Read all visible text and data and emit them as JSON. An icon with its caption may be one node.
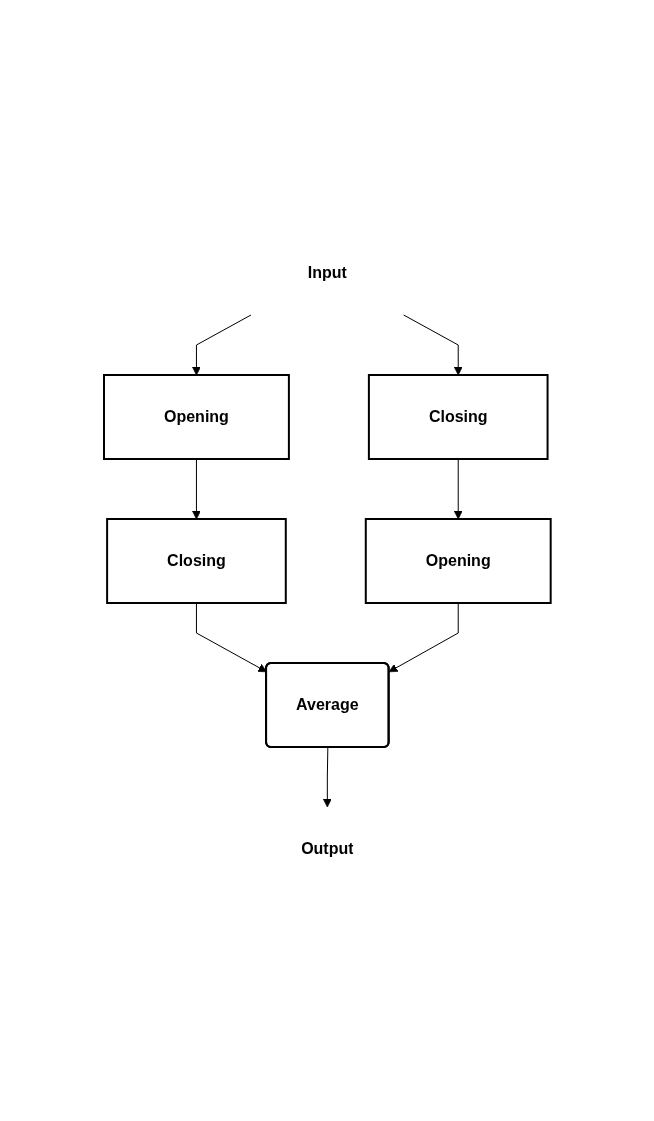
{
  "diagram": {
    "nodes": [
      {
        "text": [
          "Input"
        ]
      },
      {
        "text": [
          "Opening"
        ]
      },
      {
        "text": [
          "Closing"
        ]
      },
      {
        "text": [
          "Closing"
        ]
      },
      {
        "text": [
          "Opening"
        ]
      },
      {
        "text": [
          "Average"
        ]
      },
      {
        "text": [
          "Output"
        ]
      }
    ],
    "edges": [
      {
        "from": 0,
        "to": 1,
        "arrow": "to"
      },
      {
        "from": 0,
        "to": 2,
        "arrow": "to"
      },
      {
        "from": 1,
        "to": 3,
        "arrow": "to"
      },
      {
        "from": 2,
        "to": 4,
        "arrow": "to"
      },
      {
        "from": 3,
        "to": 5,
        "arrow": "to"
      },
      {
        "from": 4,
        "to": 5,
        "arrow": "to"
      },
      {
        "from": 5,
        "to": 6,
        "arrow": "to"
      }
    ]
  }
}
